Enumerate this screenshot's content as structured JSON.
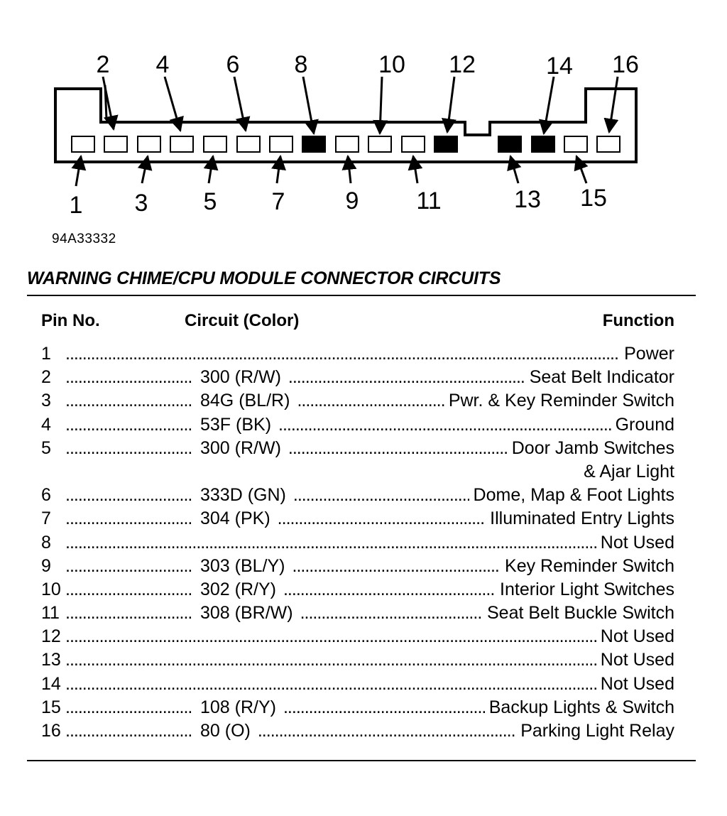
{
  "diagram": {
    "pin_labels_top": [
      "2",
      "4",
      "6",
      "8",
      "10",
      "12",
      "14",
      "16"
    ],
    "pin_labels_bottom": [
      "1",
      "3",
      "5",
      "7",
      "9",
      "11",
      "13",
      "15"
    ],
    "filled_pins": [
      "8",
      "12",
      "13",
      "14"
    ],
    "figure_code": "94A33332"
  },
  "table": {
    "title": "WARNING CHIME/CPU MODULE CONNECTOR CIRCUITS",
    "headers": {
      "pin": "Pin No.",
      "circuit": "Circuit (Color)",
      "function": "Function"
    },
    "rows": [
      {
        "pin": "1",
        "circuit": "",
        "function": "Power"
      },
      {
        "pin": "2",
        "circuit": "300 (R/W)",
        "function": "Seat Belt Indicator"
      },
      {
        "pin": "3",
        "circuit": "84G (BL/R)",
        "function": "Pwr. & Key Reminder Switch"
      },
      {
        "pin": "4",
        "circuit": "53F (BK)",
        "function": "Ground"
      },
      {
        "pin": "5",
        "circuit": "300 (R/W)",
        "function": "Door Jamb Switches",
        "function_cont": "& Ajar Light"
      },
      {
        "pin": "6",
        "circuit": "333D (GN)",
        "function": "Dome, Map & Foot Lights"
      },
      {
        "pin": "7",
        "circuit": "304 (PK)",
        "function": "Illuminated Entry Lights"
      },
      {
        "pin": "8",
        "circuit": "",
        "function": "Not Used"
      },
      {
        "pin": "9",
        "circuit": "303 (BL/Y)",
        "function": "Key Reminder Switch"
      },
      {
        "pin": "10",
        "circuit": "302 (R/Y)",
        "function": "Interior Light Switches"
      },
      {
        "pin": "11",
        "circuit": "308 (BR/W)",
        "function": "Seat Belt Buckle Switch"
      },
      {
        "pin": "12",
        "circuit": "",
        "function": "Not Used"
      },
      {
        "pin": "13",
        "circuit": "",
        "function": "Not Used"
      },
      {
        "pin": "14",
        "circuit": "",
        "function": "Not Used"
      },
      {
        "pin": "15",
        "circuit": "108 (R/Y)",
        "function": "Backup Lights & Switch"
      },
      {
        "pin": "16",
        "circuit": "80 (O)",
        "function": "Parking Light Relay"
      }
    ]
  }
}
